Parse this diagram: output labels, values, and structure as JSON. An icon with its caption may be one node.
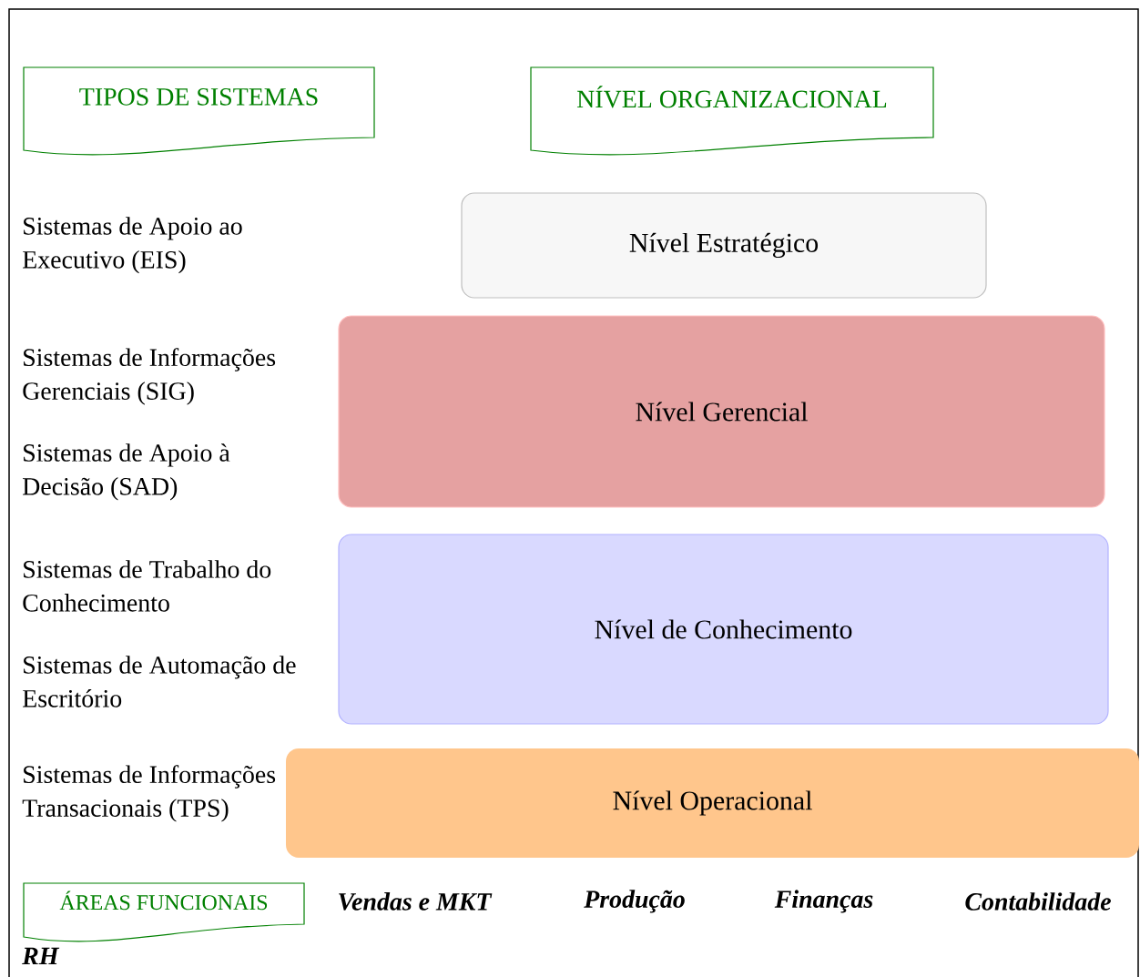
{
  "diagram": {
    "nodes": [
      {
        "text": [
          "TIPOS DE SISTEMAS"
        ]
      },
      {
        "text": [
          "NÍVEL ORGANIZACIONAL"
        ]
      },
      {
        "text": [
          "Nível Estratégico"
        ]
      },
      {
        "text": [
          "Nível Gerencial"
        ]
      },
      {
        "text": [
          "Nível de Conhecimento"
        ]
      },
      {
        "text": [
          "Nível Operacional"
        ]
      },
      {
        "text": [
          "ÁREAS FUNCIONAIS"
        ]
      }
    ],
    "labels": [
      "Sistemas de Apoio ao Executivo (EIS)",
      "Sistemas de Informações Gerenciais (SIG)",
      "Sistemas de Apoio à Decisão (SAD)",
      "Sistemas de Trabalho do Conhecimento",
      "Sistemas de Automação de Escritório",
      "Sistemas de Informações Transacionais (TPS)",
      "Vendas e MKT",
      "Produção",
      "Finanças",
      "Contabilidade",
      "RH"
    ]
  }
}
